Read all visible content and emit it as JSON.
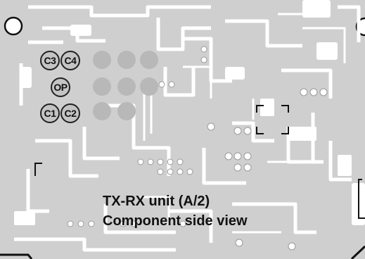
{
  "pads": [
    {
      "id": "C3",
      "label": "C3"
    },
    {
      "id": "C4",
      "label": "C4"
    },
    {
      "id": "OP",
      "label": "OP"
    },
    {
      "id": "C1",
      "label": "C1"
    },
    {
      "id": "C2",
      "label": "C2"
    }
  ],
  "caption": {
    "line1": "TX-RX unit (A/2)",
    "line2": "Component side view"
  },
  "colors": {
    "board": "#cfcfcf",
    "trace": "#ffffff",
    "pad": "#bdbdbd",
    "ink": "#111111"
  }
}
